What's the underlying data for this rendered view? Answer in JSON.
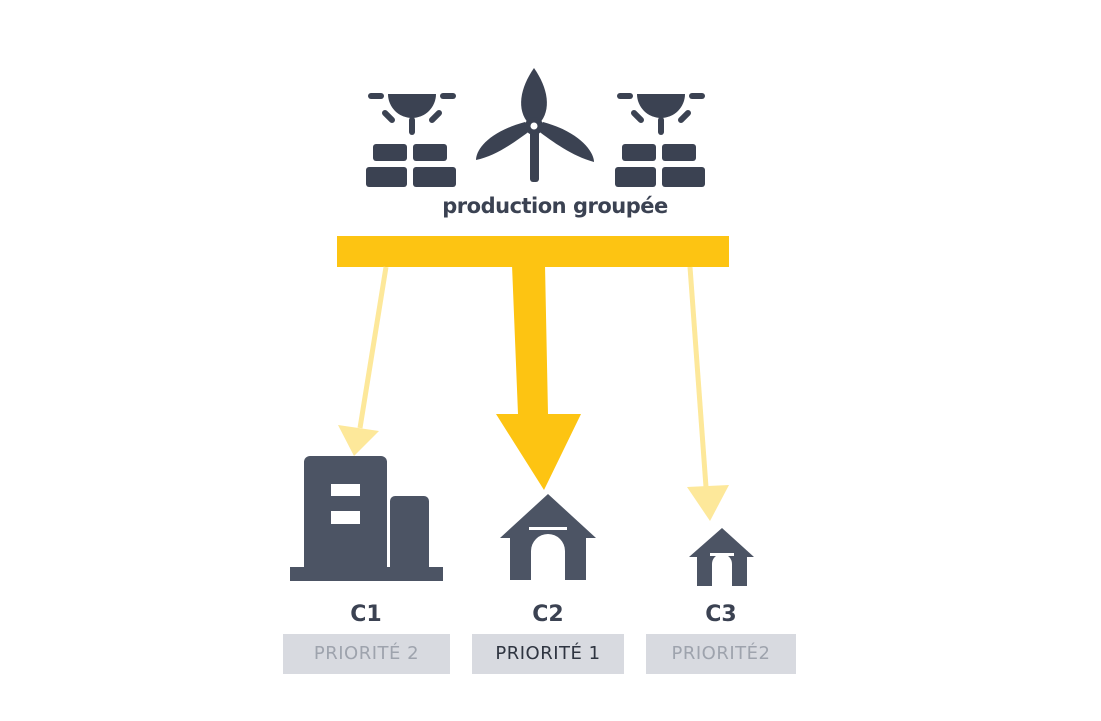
{
  "production": {
    "label": "production groupée",
    "sources": [
      {
        "icon": "solar-panel-icon"
      },
      {
        "icon": "wind-turbine-icon"
      },
      {
        "icon": "solar-panel-icon"
      }
    ]
  },
  "consumers": [
    {
      "name": "C1",
      "priority": "PRIORITÉ 2",
      "icon": "office-building-icon",
      "flow": "secondary"
    },
    {
      "name": "C2",
      "priority": "PRIORITÉ 1",
      "icon": "house-icon",
      "flow": "primary"
    },
    {
      "name": "C3",
      "priority": "PRIORITÉ2",
      "icon": "small-house-icon",
      "flow": "secondary"
    }
  ],
  "colors": {
    "icon": "#3b4252",
    "consumer_icon": "#4c5464",
    "flow_primary": "#fdc412",
    "flow_secondary": "#fde89a",
    "badge_bg": "#d8dae0",
    "badge_text_muted": "#9ea3ad",
    "badge_text_active": "#2e3440"
  }
}
